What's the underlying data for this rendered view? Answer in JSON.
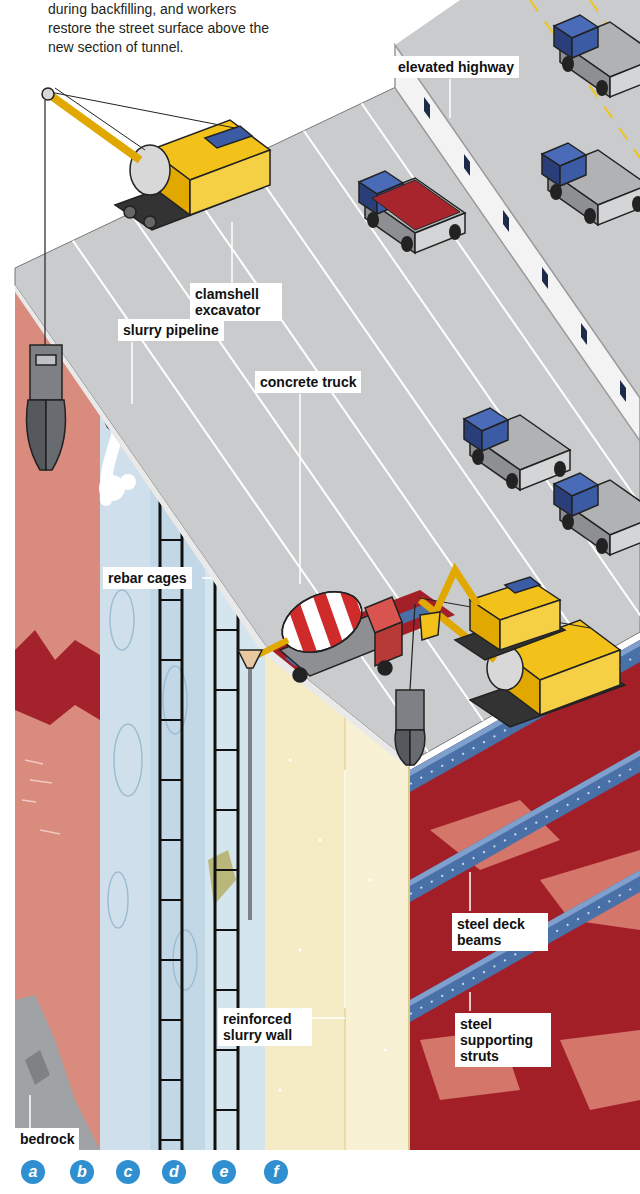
{
  "diagram": {
    "caption": "during backfilling, and workers restore the street surface above the new section of tunnel.",
    "labels": [
      "elevated highway",
      "clamshell excavator",
      "slurry pipeline",
      "concrete truck",
      "rebar cages",
      "steel deck beams",
      "reinforced slurry wall",
      "steel supporting struts",
      "bedrock",
      "a",
      "b",
      "c",
      "d",
      "e",
      "f"
    ]
  }
}
